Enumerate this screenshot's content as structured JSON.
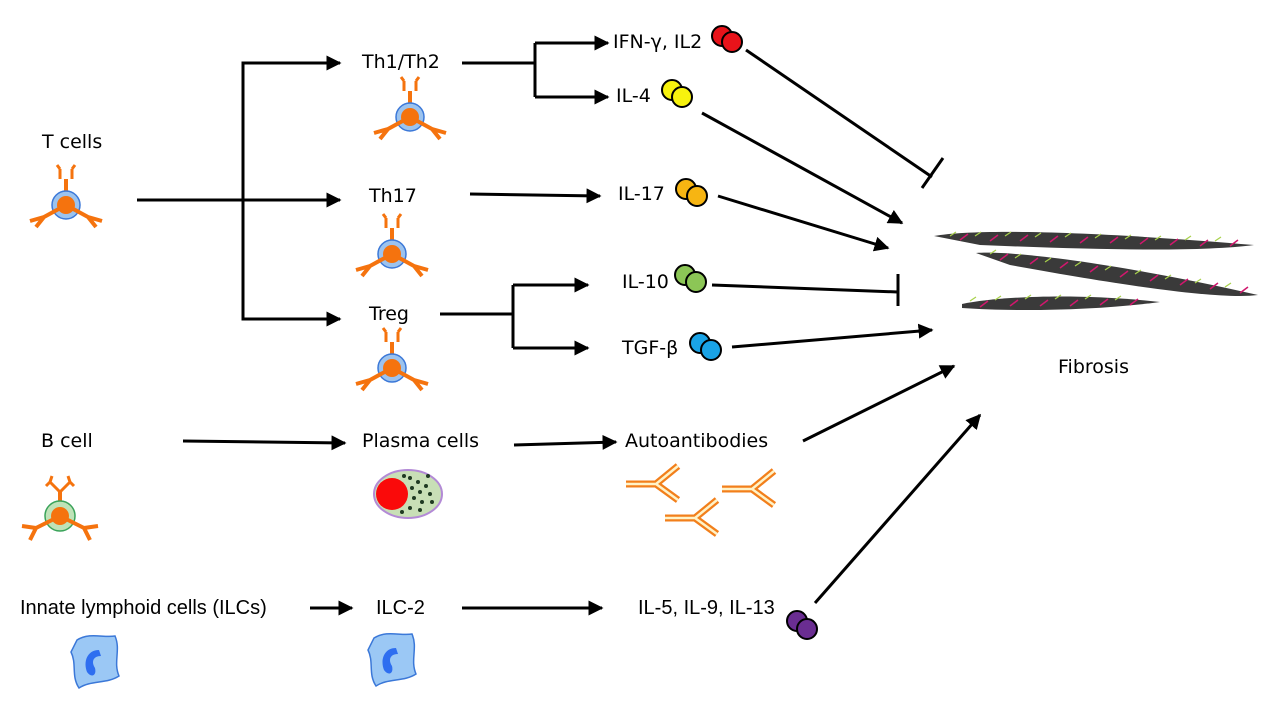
{
  "title": "Immune cells in fibrosis",
  "cells": {
    "t_cells": "T cells",
    "b_cell": "B cell",
    "ilcs": "Innate lymphoid cells (ILCs)"
  },
  "subsets": {
    "th1_th2": "Th1/Th2",
    "th17": "Th17",
    "treg": "Treg",
    "plasma": "Plasma cells",
    "ilc2": "ILC-2"
  },
  "mediators": [
    {
      "id": "ifn",
      "label": "IFN-γ, IL2",
      "color": "#e8131a",
      "effect": "inhibits"
    },
    {
      "id": "il4",
      "label": "IL-4",
      "color": "#f7f20e",
      "effect": "promotes"
    },
    {
      "id": "il17",
      "label": "IL-17",
      "color": "#f7b512",
      "effect": "promotes"
    },
    {
      "id": "il10",
      "label": "IL-10",
      "color": "#8cc656",
      "effect": "inhibits"
    },
    {
      "id": "tgfb",
      "label": "TGF-β",
      "color": "#1aa3e6",
      "effect": "promotes"
    },
    {
      "id": "autoab",
      "label": "Autoantibodies",
      "color": "#f27f1b",
      "effect": "promotes"
    },
    {
      "id": "il5913",
      "label": "IL-5, IL-9, IL-13",
      "color": "#6a2d91",
      "effect": "promotes"
    }
  ],
  "outcome": {
    "label": "Fibrosis"
  },
  "colors": {
    "t_cell_body": "#f5730e",
    "t_cell_halo": "#9cc3ee",
    "b_cell_halo": "#bfe3b8",
    "plasma_nucleus": "#fa0a0a",
    "plasma_body": "#c8dfb6",
    "ilc_body": "#9bc8f5",
    "ilc_nucleus": "#2e6ef0",
    "fiber": "#3a3a3a"
  }
}
